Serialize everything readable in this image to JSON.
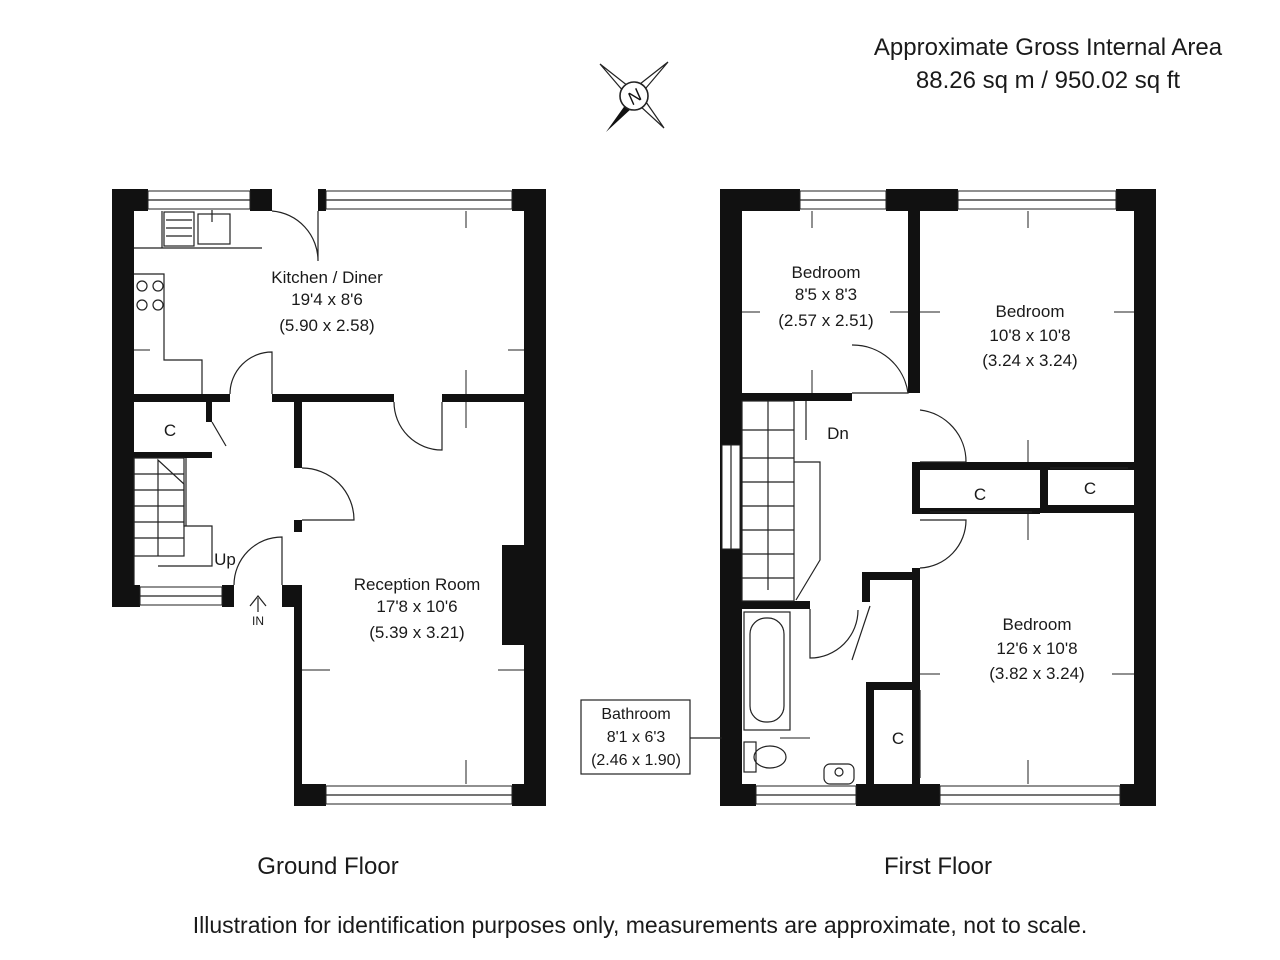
{
  "header": {
    "area_title": "Approximate Gross Internal Area",
    "area_value": "88.26 sq m / 950.02 sq ft"
  },
  "compass": {
    "letter": "N",
    "icon": "north-compass-icon"
  },
  "ground_floor": {
    "name": "Ground Floor",
    "rooms": {
      "kitchen": {
        "name": "Kitchen / Diner",
        "imperial": "19'4 x 8'6",
        "metric": "(5.90 x 2.58)"
      },
      "reception": {
        "name": "Reception Room",
        "imperial": "17'8 x 10'6",
        "metric": "(5.39 x 3.21)"
      },
      "cupboard": "C",
      "stairs_label": "Up",
      "entrance_label": "IN"
    }
  },
  "first_floor": {
    "name": "First Floor",
    "rooms": {
      "bedroom_small": {
        "name": "Bedroom",
        "imperial": "8'5 x 8'3",
        "metric": "(2.57 x 2.51)"
      },
      "bedroom_right": {
        "name": "Bedroom",
        "imperial": "10'8 x 10'8",
        "metric": "(3.24 x 3.24)"
      },
      "bedroom_large": {
        "name": "Bedroom",
        "imperial": "12'6 x 10'8",
        "metric": "(3.82 x 3.24)"
      },
      "bathroom": {
        "name": "Bathroom",
        "imperial": "8'1 x 6'3",
        "metric": "(2.46 x 1.90)"
      },
      "cupboard_1": "C",
      "cupboard_2": "C",
      "cupboard_3": "C",
      "stairs_label": "Dn"
    }
  },
  "disclaimer": "Illustration for identification purposes only, measurements are approximate, not to scale."
}
